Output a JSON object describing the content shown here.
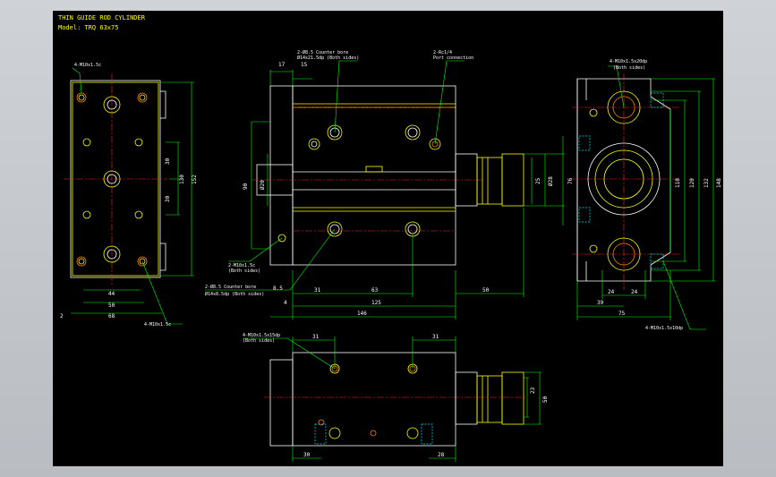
{
  "drawing": {
    "title": "THIN GUIDE ROD CYLINDER",
    "model": "Model: TRQ 63x75"
  },
  "left_view": {
    "note_top": "4-M10x1.5c",
    "note_bottom": "4-M10x1.5c",
    "dims": {
      "d44": "44",
      "d50": "50",
      "d68": "68",
      "d2": "2",
      "d30a": "30",
      "d30b": "30",
      "d130": "130",
      "d152": "152"
    }
  },
  "front_view": {
    "notes": {
      "counterbore_top": "2-Ø8.5 Counter bore",
      "counterbore_top_sub": "Ø14x21.5dp (Both sides)",
      "port": "2-Rc1/4",
      "port_sub": "Port connection",
      "mid_left": "2-M10x1.5c",
      "mid_left_sub": "(Both sides)",
      "counterbore_bottom": "2-Ø8.5 Counter bore",
      "counterbore_bottom_sub": "Ø14x8.5dp (Both sides)"
    },
    "dims": {
      "d17": "17",
      "d15": "15",
      "d90": "90",
      "d100": "Ø20",
      "d25": "25",
      "d28": "Ø28",
      "d76": "76",
      "d85": "8.5",
      "d31": "31",
      "d63": "63",
      "d50": "50",
      "d4": "4",
      "d125": "125",
      "d146": "146"
    }
  },
  "right_view": {
    "note_top": "4-M10x1.5x20dp",
    "note_top_sub": "(Both sides)",
    "note_bottom": "4-M10x1.5x10dp",
    "dims": {
      "d110": "110",
      "d120": "120",
      "d132": "132",
      "d148": "148",
      "d24a": "24",
      "d24b": "24",
      "d39": "39",
      "d75": "75"
    }
  },
  "bottom_view": {
    "note": "4-M10x1.5x15dp",
    "note_sub": "(Both sides)",
    "dims": {
      "d31a": "31",
      "d31b": "31",
      "d23": "23",
      "d50": "50",
      "d30": "30",
      "d28": "28"
    }
  }
}
